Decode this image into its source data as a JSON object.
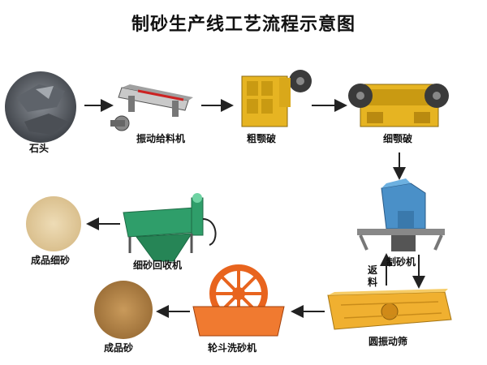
{
  "title": "制砂生产线工艺流程示意图",
  "nodes": {
    "stone": "石头",
    "vibrating_feeder": "振动给料机",
    "coarse_crusher": "粗颚破",
    "fine_crusher": "细颚破",
    "sand_maker": "制砂机",
    "circular_screen": "圆振动筛",
    "wheel_sand_washer": "轮斗洗砂机",
    "fine_sand_recycler": "细砂回收机",
    "finished_fine_sand": "成品细砂",
    "finished_sand": "成品砂"
  },
  "return_label": "返料",
  "colors": {
    "arrow": "#222222",
    "jaw_yellow": "#e6b422",
    "jaw_dark": "#3a3a3a",
    "sand_maker_blue": "#4a90c8",
    "screen_yellow": "#f0b030",
    "washer_orange": "#e8641e",
    "recycler_green": "#2f9e6a",
    "sand_light": "#e2c89a",
    "sand_dark": "#b8894a"
  }
}
